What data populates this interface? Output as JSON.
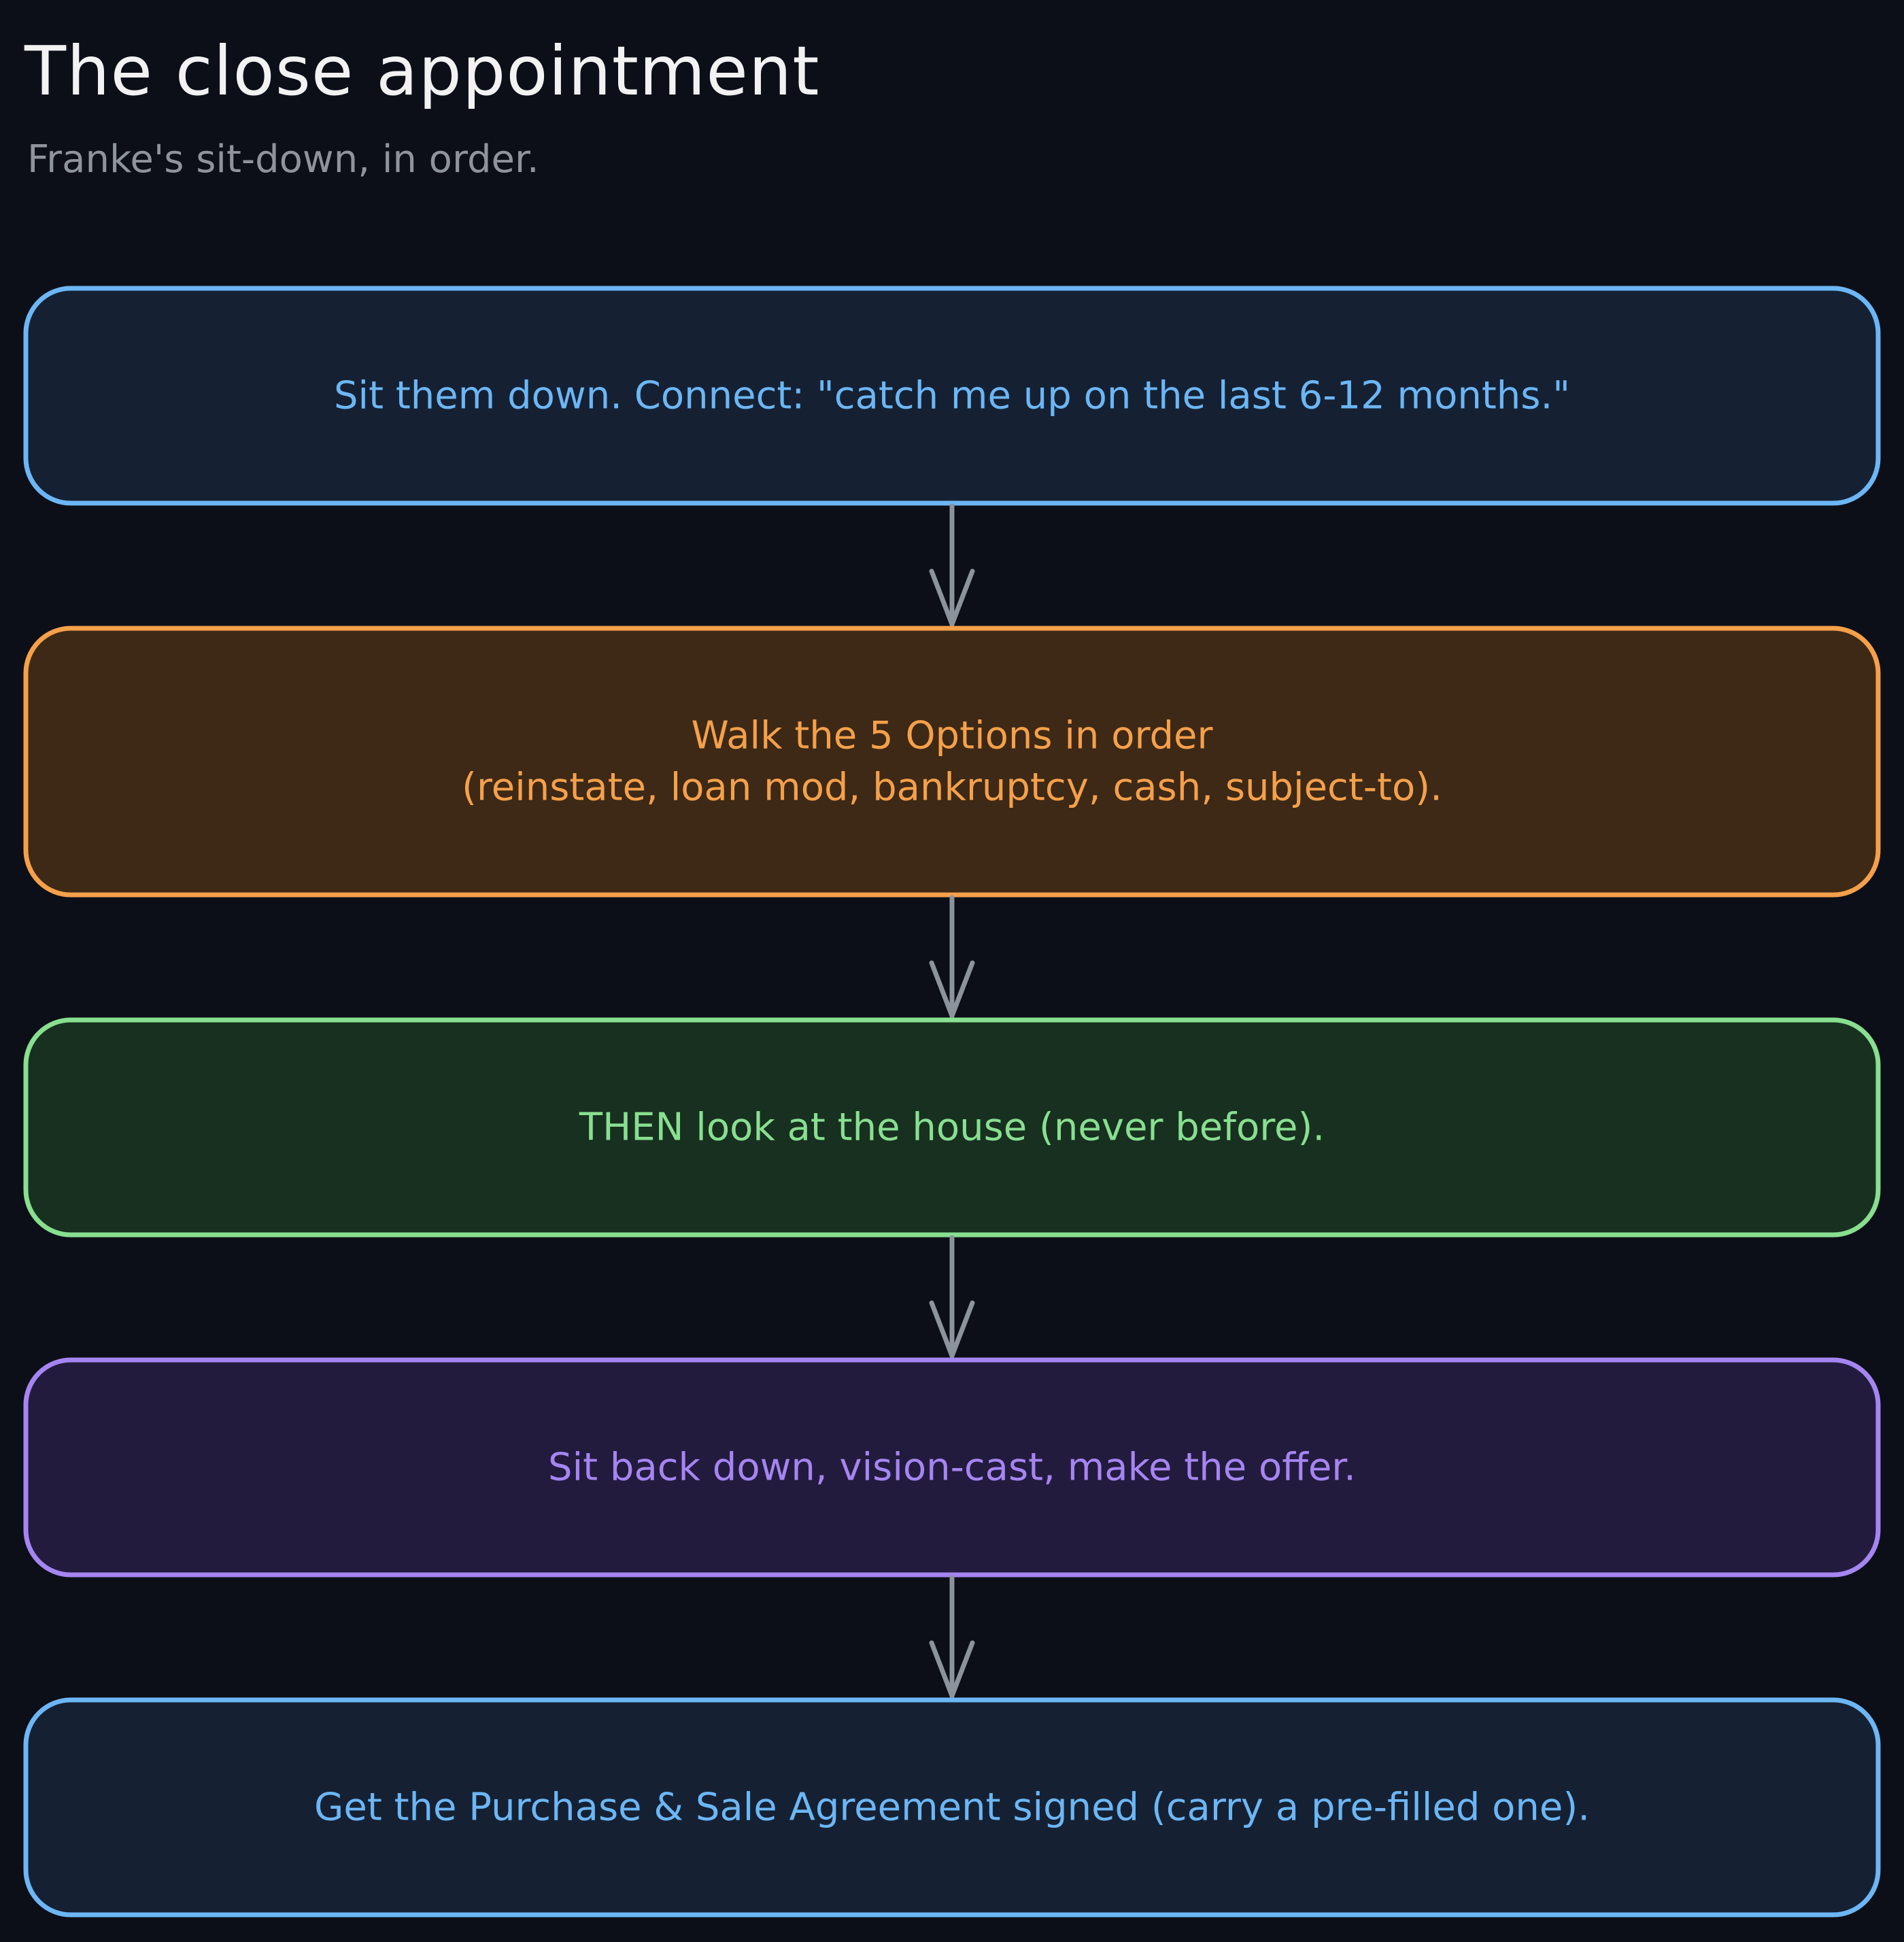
{
  "diagram": {
    "title": "The close appointment",
    "subtitle": "Franke's sit-down, in order.",
    "steps": [
      {
        "lines": [
          "Sit them down. Connect: \"catch me up on the last 6-12 months.\""
        ],
        "stroke": "#6cb6f5",
        "fill": "#152133",
        "text_color": "#6cb6f5"
      },
      {
        "lines": [
          "Walk the 5 Options in order",
          "(reinstate, loan mod, bankruptcy, cash, subject-to)."
        ],
        "stroke": "#f5a04a",
        "fill": "#3d2916",
        "text_color": "#f5a04a"
      },
      {
        "lines": [
          "THEN look at the house (never before)."
        ],
        "stroke": "#88df90",
        "fill": "#183020",
        "text_color": "#88df90"
      },
      {
        "lines": [
          "Sit back down, vision-cast, make the offer."
        ],
        "stroke": "#a585f2",
        "fill": "#231b3d",
        "text_color": "#a585f2"
      },
      {
        "lines": [
          "Get the Purchase & Sale Agreement signed (carry a pre-filled one)."
        ],
        "stroke": "#6cb6f5",
        "fill": "#152133",
        "text_color": "#6cb6f5"
      }
    ],
    "arrow_color": "#8d939c"
  }
}
